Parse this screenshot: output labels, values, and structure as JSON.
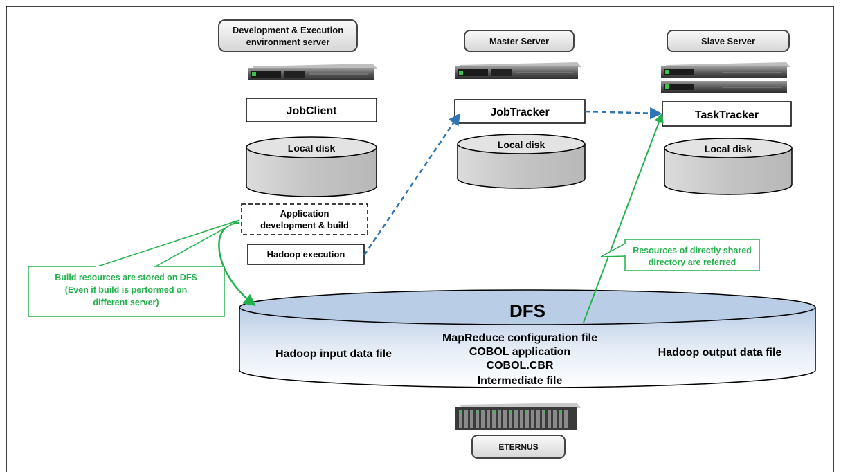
{
  "servers": {
    "dev": {
      "title_line1": "Development & Execution",
      "title_line2": "environment server",
      "process": "JobClient",
      "disk": "Local disk"
    },
    "master": {
      "title": "Master Server",
      "process": "JobTracker",
      "disk": "Local disk"
    },
    "slave": {
      "title": "Slave Server",
      "process": "TaskTracker",
      "disk": "Local disk"
    }
  },
  "app_build": {
    "line1": "Application",
    "line2": "development & build"
  },
  "hadoop_exec": "Hadoop execution",
  "callouts": {
    "build": {
      "line1": "Build resources are stored on DFS",
      "line2": "(Even if build is performed on",
      "line3": "different server)"
    },
    "shared": {
      "line1": "Resources of directly shared",
      "line2": "directory are referred"
    }
  },
  "dfs": {
    "title": "DFS",
    "input": "Hadoop input data file",
    "output": "Hadoop output data file",
    "center": [
      "MapReduce configuration file",
      "COBOL application",
      "COBOL.CBR",
      "Intermediate file"
    ]
  },
  "storage": {
    "label": "ETERNUS"
  },
  "colors": {
    "accent_green": "#22b14c",
    "accent_blue": "#2e75b6",
    "box_gray": "#e6e6e6"
  }
}
